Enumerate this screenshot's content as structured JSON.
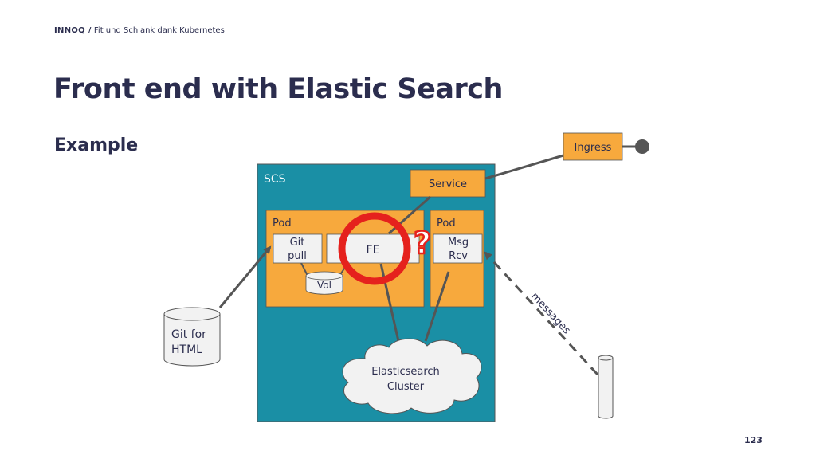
{
  "header": {
    "brand": "INNOQ /",
    "talk_title": "Fit und Schlank dank Kubernetes"
  },
  "title": "Front end with Elastic Search",
  "subtitle": "Example",
  "page_number": "123",
  "diagram": {
    "scs_label": "SCS",
    "service_label": "Service",
    "ingress_label": "Ingress",
    "pod_left_label": "Pod",
    "pod_right_label": "Pod",
    "git_pull_line1": "Git",
    "git_pull_line2": "pull",
    "fe_label": "FE",
    "msg_rcv_line1": "Msg",
    "msg_rcv_line2": "Rcv",
    "vol_label": "Vol",
    "elasticsearch_line1": "Elasticsearch",
    "elasticsearch_line2": "Cluster",
    "git_for_html_line1": "Git for",
    "git_for_html_line2": "HTML",
    "messages_label": "messages",
    "question_mark": "?",
    "colors": {
      "scs_box": "#1a8fa5",
      "pod_box": "#f7a93d",
      "component_box": "#f2f2f2",
      "highlight_red": "#e5211d",
      "connector": "#555555",
      "title_navy": "#2b2d4e"
    }
  }
}
